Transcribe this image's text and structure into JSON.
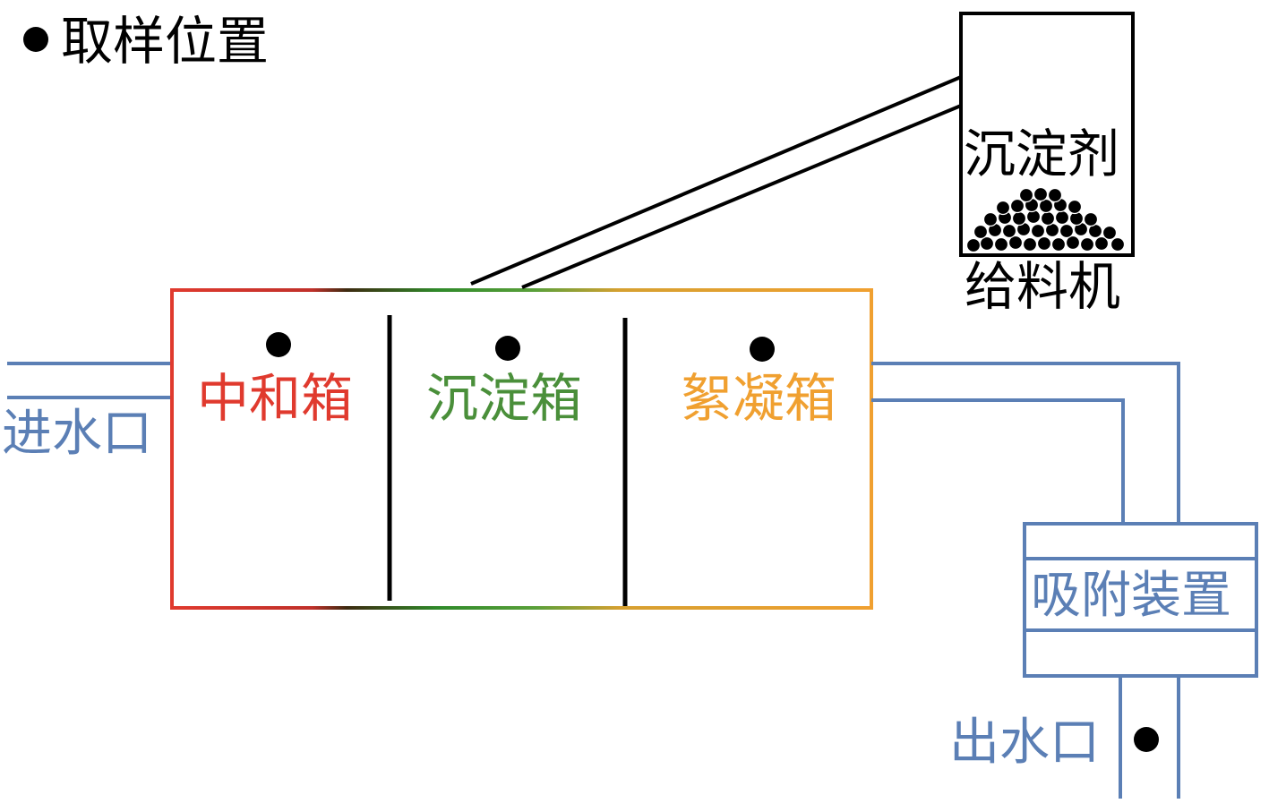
{
  "legend": {
    "label": "取样位置"
  },
  "inlet": {
    "label": "进水口"
  },
  "outlet": {
    "label": "出水口"
  },
  "tanks": [
    {
      "label": "中和箱",
      "color": "#e03a2e"
    },
    {
      "label": "沉淀箱",
      "color": "#4a8f3a"
    },
    {
      "label": "絮凝箱",
      "color": "#f0a030"
    }
  ],
  "feeder": {
    "content_label": "沉淀剂",
    "name_label": "给料机"
  },
  "adsorber": {
    "label": "吸附装置"
  },
  "colors": {
    "pipe": "#5b7fb5",
    "neutral": "#e03a2e",
    "settle": "#4a8f3a",
    "flocc": "#f0a030",
    "dark": "#3d2a10",
    "black": "#000000"
  }
}
